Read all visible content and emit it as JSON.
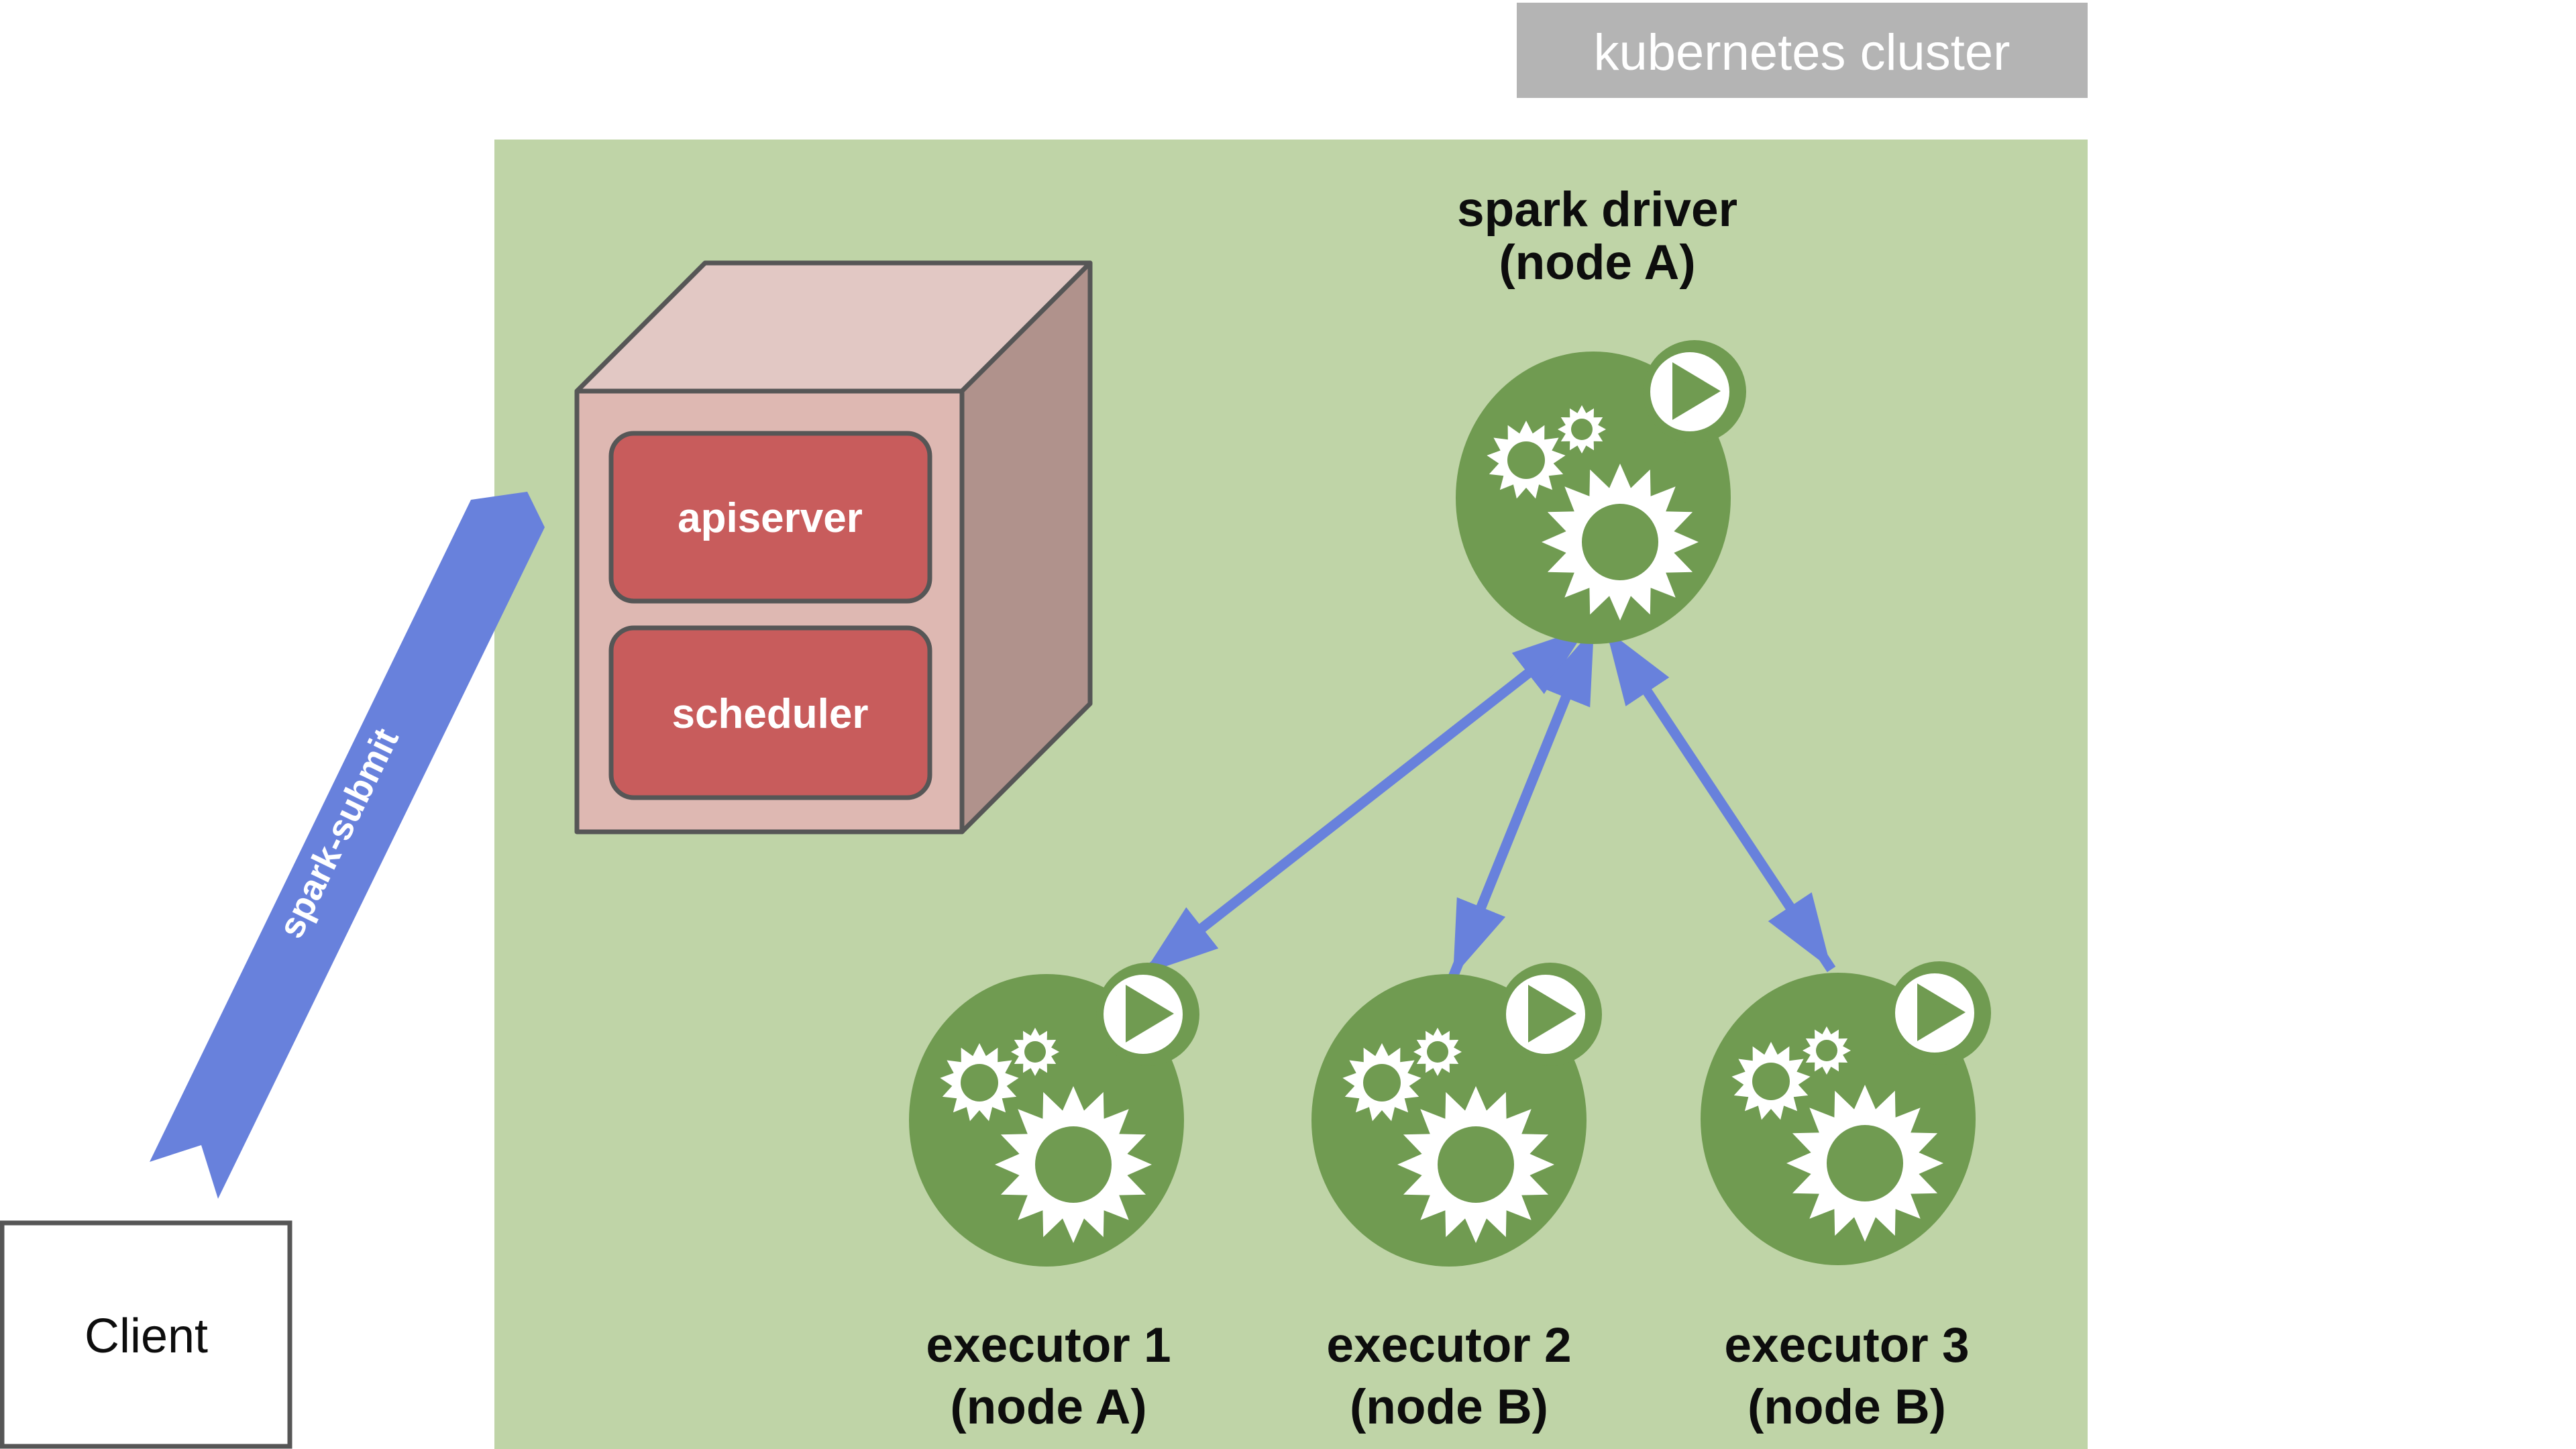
{
  "title": {
    "label": "kubernetes cluster"
  },
  "client": {
    "label": "Client"
  },
  "submit": {
    "label": "spark-submit"
  },
  "control_plane": {
    "apiserver_label": "apiserver",
    "scheduler_label": "scheduler"
  },
  "driver": {
    "name": "spark driver",
    "node": "(node A)"
  },
  "executors": [
    {
      "name": "executor 1",
      "node": "(node A)"
    },
    {
      "name": "executor 2",
      "node": "(node B)"
    },
    {
      "name": "executor 3",
      "node": "(node B)"
    }
  ],
  "colors": {
    "panel_green": "#bfd4a7",
    "pod_green": "#709b51",
    "arrow_blue": "#6881dc",
    "box_red": "#c85c5c",
    "face_front": "#deb8b2",
    "face_top": "#e2c8c4",
    "face_right": "#b0928c",
    "outline_gray": "#565656",
    "title_gray": "#b4b4b4",
    "label_black": "#0d0d0d",
    "background": "#ffffff"
  }
}
